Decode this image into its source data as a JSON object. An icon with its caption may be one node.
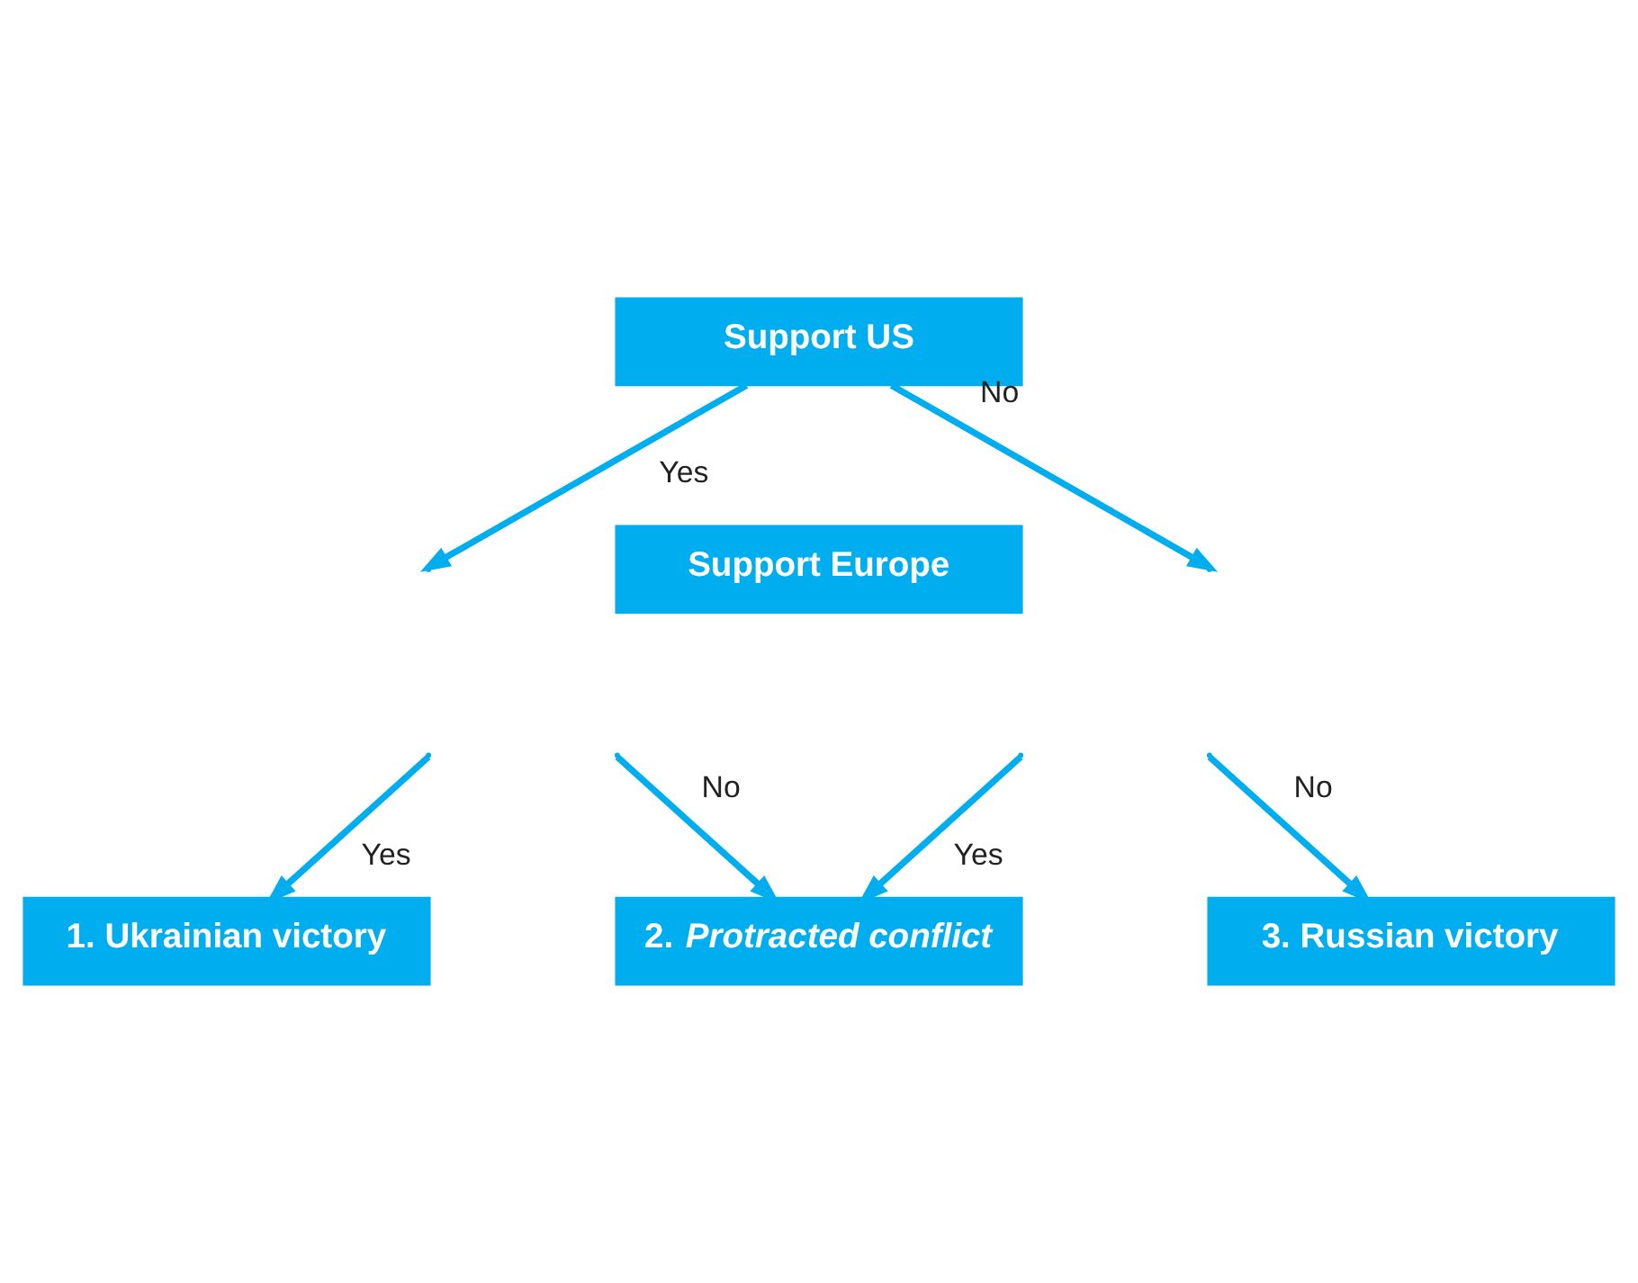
{
  "diagram": {
    "nodes": [
      {
        "text": [
          "Support US"
        ]
      },
      {
        "text": [
          "Support Europe"
        ]
      },
      {
        "text": [
          "1. Ukrainian victory"
        ]
      },
      {
        "text": [
          "2. *Protracted conflict*"
        ]
      },
      {
        "text": [
          "3. Russian victory"
        ]
      }
    ],
    "edges": [
      {
        "from": 0,
        "to": null,
        "arrow": "to",
        "label": "Yes"
      },
      {
        "from": 0,
        "to": null,
        "arrow": "to",
        "label": "No"
      },
      {
        "from": null,
        "to": 2,
        "arrow": "to",
        "label": "Yes"
      },
      {
        "from": null,
        "to": 3,
        "arrow": "to",
        "label": "No"
      },
      {
        "from": null,
        "to": 3,
        "arrow": "to",
        "label": "Yes"
      },
      {
        "from": null,
        "to": 4,
        "arrow": "to",
        "label": "No"
      }
    ]
  }
}
